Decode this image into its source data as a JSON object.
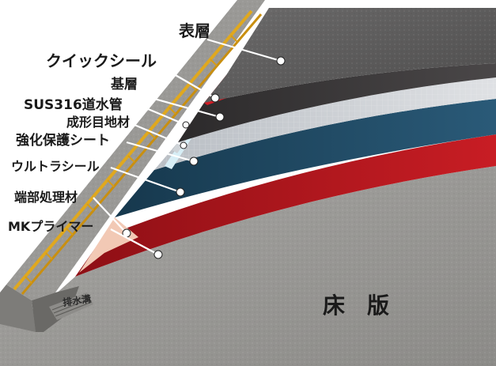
{
  "labels": {
    "surface_layer": "表層",
    "quick_seal": "クイックシール",
    "base_layer": "基層",
    "sus316_drain_pipe": "SUS316道水管",
    "molded_joint_material": "成形目地材",
    "reinforcement_sheet": "強化保護シート",
    "ultra_seal": "ウルトラシール",
    "edge_treatment": "端部処理材",
    "mk_primer": "MKプライマー",
    "drainage_ditch": "排水溝",
    "floor_slab": "床　版"
  },
  "colors": {
    "surface": "#5f5e5e",
    "quick_seal": "#d21d26",
    "base": "#3a3839",
    "sheet": "#c9ccd0",
    "ultra_seal": "#1f4a63",
    "primer": "#b0141b",
    "slab": "#9a9996",
    "guardrail": "#e0a81e"
  }
}
